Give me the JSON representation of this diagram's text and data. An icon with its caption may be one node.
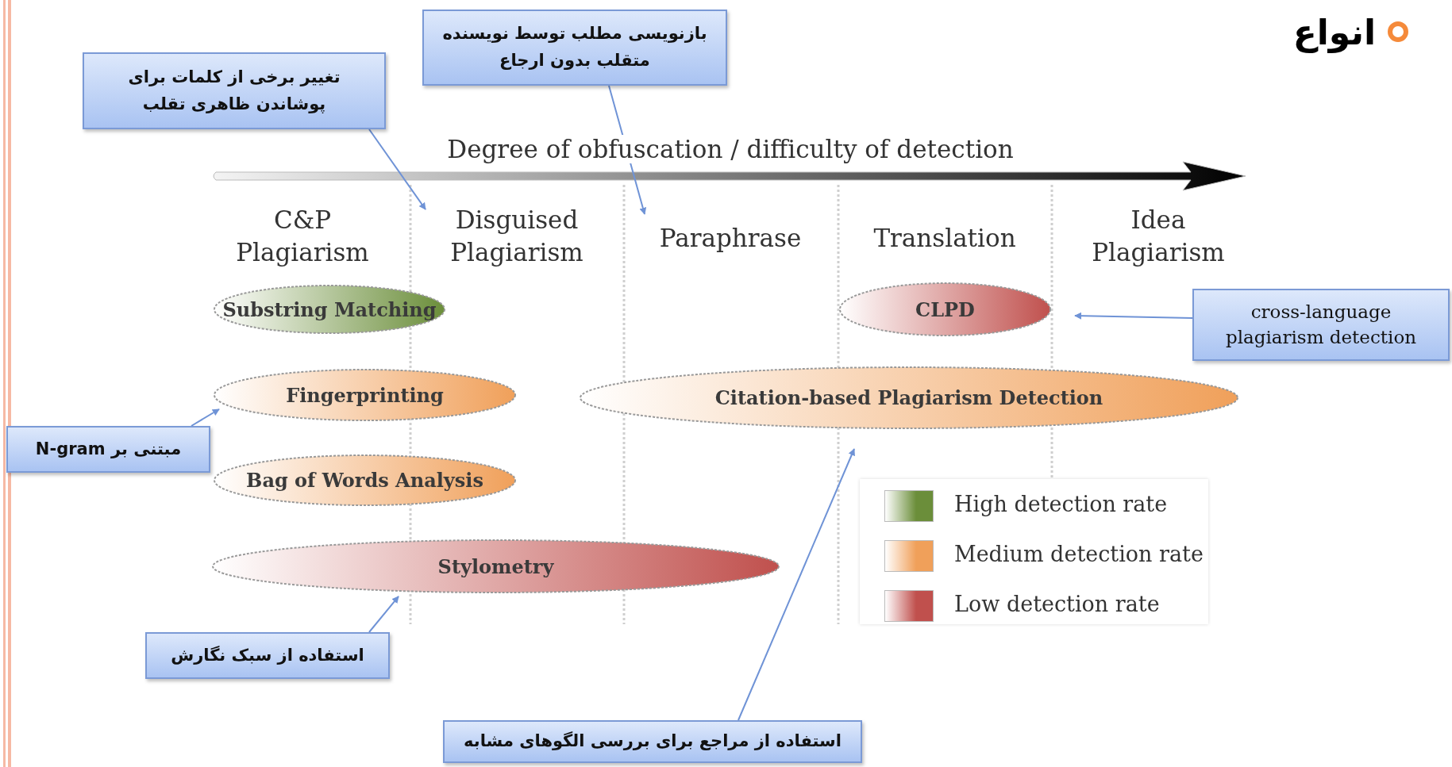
{
  "diagram": {
    "title": "انواع",
    "nodes": [
      {
        "text": [
          "تغییر برخی از کلمات برای پوشاندن ظاهری تقلب"
        ]
      },
      {
        "text": [
          "بازنویسی مطلب توسط نویسنده متقلب بدون ارجاع"
        ]
      },
      {
        "text": [
          "C&P Plagiarism"
        ]
      },
      {
        "text": [
          "Disguised Plagiarism"
        ]
      },
      {
        "text": [
          "Paraphrase"
        ]
      },
      {
        "text": [
          "Translation"
        ]
      },
      {
        "text": [
          "Idea Plagiarism"
        ]
      },
      {
        "text": [
          "Substring Matching"
        ]
      },
      {
        "text": [
          "CLPD"
        ]
      },
      {
        "text": [
          "cross-language plagiarism detection"
        ]
      },
      {
        "text": [
          "Fingerprinting"
        ]
      },
      {
        "text": [
          "Citation-based Plagiarism Detection"
        ]
      },
      {
        "text": [
          "مبتنی بر N-gram"
        ]
      },
      {
        "text": [
          "Bag of Words Analysis"
        ]
      },
      {
        "text": [
          "Stylometry"
        ]
      },
      {
        "text": [
          "استفاده از سبک نگارش"
        ]
      },
      {
        "text": [
          "استفاده از مراجع برای بررسی الگوهای مشابه"
        ]
      }
    ],
    "edges": [
      {
        "from": 0,
        "to": 3,
        "arrow": "to"
      },
      {
        "from": 1,
        "to": 4,
        "arrow": "to"
      },
      {
        "from": 9,
        "to": 8,
        "arrow": "to"
      },
      {
        "from": 12,
        "to": 10,
        "arrow": "to"
      },
      {
        "from": 15,
        "to": 14,
        "arrow": "to"
      },
      {
        "from": 16,
        "to": 11,
        "arrow": "to"
      }
    ],
    "labels": [
      "Degree of obfuscation / difficulty of detection"
    ],
    "legend": [
      {
        "text": "High detection rate",
        "color": "#6b8e3a"
      },
      {
        "text": "Medium detection rate",
        "color": "#f0a05a"
      },
      {
        "text": "Low detection rate",
        "color": "#c0504d"
      }
    ]
  }
}
